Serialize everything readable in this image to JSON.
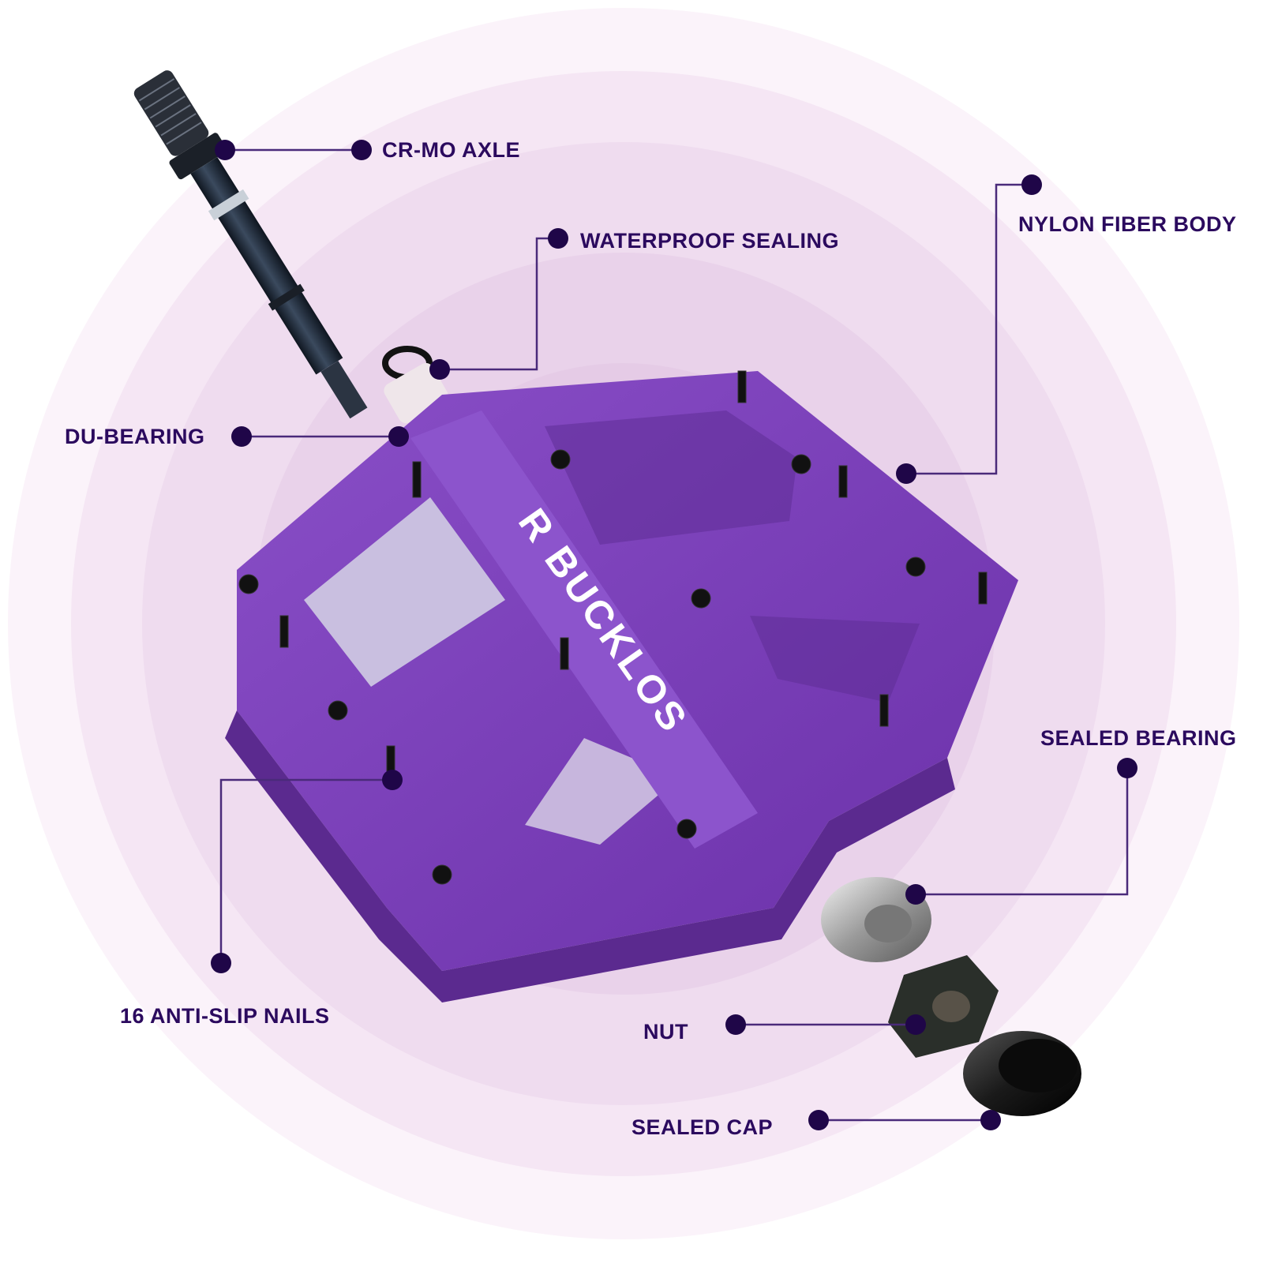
{
  "colors": {
    "label_text": "#2b0a5e",
    "leader_line": "#4a2a7a",
    "dot": "#1f0648",
    "pedal_body": "#7a3fb8",
    "pedal_dark": "#5b2a8f",
    "pedal_light": "#9a62d4",
    "axle": "#1e2a3a",
    "background_rings": [
      "#f9eef8",
      "#f3e2f2",
      "#ecd5ec",
      "#e6cbe6"
    ]
  },
  "diagram": {
    "brand_text": "R BUCKLOS",
    "callouts": {
      "axle": "CR-MO AXLE",
      "waterproof_sealing": "WATERPROOF SEALING",
      "nylon_body": "NYLON FIBER BODY",
      "du_bearing": "DU-BEARING",
      "sealed_bearing": "SEALED BEARING",
      "anti_slip_nails": "16 ANTI-SLIP NAILS",
      "nut": "NUT",
      "sealed_cap": "SEALED CAP"
    }
  }
}
